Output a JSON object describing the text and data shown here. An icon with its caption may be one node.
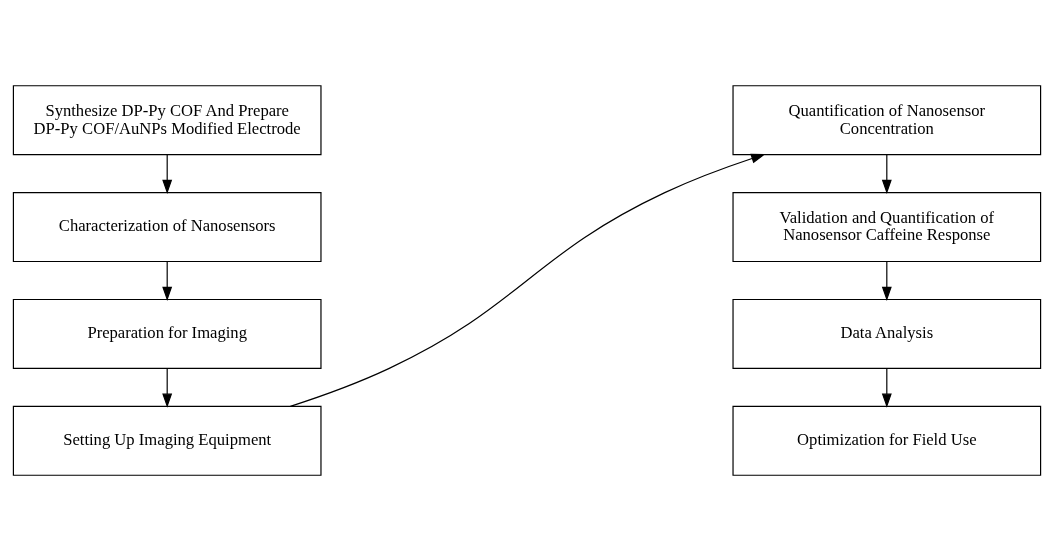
{
  "diagram": {
    "nodes": [
      {
        "text": [
          "Synthesize DP-Py COF And Prepare DP-Py COF/AuNPs Modified Electrode"
        ]
      },
      {
        "text": [
          "Characterization of Nanosensors"
        ]
      },
      {
        "text": [
          "Preparation for Imaging"
        ]
      },
      {
        "text": [
          "Setting Up Imaging Equipment"
        ]
      },
      {
        "text": [
          "Quantification of Nanosensor Concentration"
        ]
      },
      {
        "text": [
          "Validation and Quantification of Nanosensor Caffeine Response"
        ]
      },
      {
        "text": [
          "Data Analysis"
        ]
      },
      {
        "text": [
          "Optimization for Field Use"
        ]
      }
    ],
    "edges": [
      {
        "from": 0,
        "to": 1,
        "arrow": "to"
      },
      {
        "from": 1,
        "to": 2,
        "arrow": "to"
      },
      {
        "from": 2,
        "to": 3,
        "arrow": "to"
      },
      {
        "from": 3,
        "to": 4,
        "arrow": "to"
      },
      {
        "from": 4,
        "to": 5,
        "arrow": "to"
      },
      {
        "from": 5,
        "to": 6,
        "arrow": "to"
      },
      {
        "from": 6,
        "to": 7,
        "arrow": "to"
      }
    ]
  }
}
